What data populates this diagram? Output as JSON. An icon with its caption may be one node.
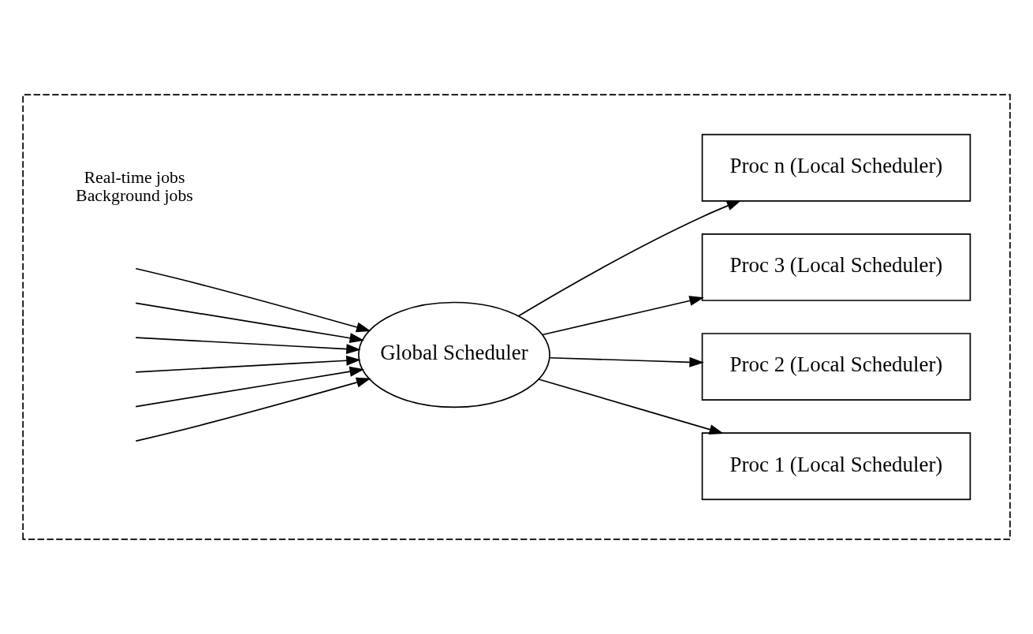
{
  "diagram": {
    "nodes": [
      {
        "text": [],
        "shape": "box"
      },
      {
        "text": [
          "Global Scheduler"
        ],
        "in": 0
      },
      {
        "text": [
          "Proc 1 (Local Scheduler)"
        ],
        "in": 0
      },
      {
        "text": [
          "Proc 2 (Local Scheduler)"
        ],
        "in": 0
      },
      {
        "text": [
          "Proc 3 (Local Scheduler)"
        ],
        "in": 0
      },
      {
        "text": [
          "Proc n (Local Scheduler)"
        ],
        "in": 0
      }
    ],
    "edges": [
      {
        "from": null,
        "to": 1,
        "arrow": "to"
      },
      {
        "from": null,
        "to": 1,
        "arrow": "to"
      },
      {
        "from": null,
        "to": 1,
        "arrow": "to"
      },
      {
        "from": null,
        "to": 1,
        "arrow": "to"
      },
      {
        "from": null,
        "to": 1,
        "arrow": "to"
      },
      {
        "from": null,
        "to": 1,
        "arrow": "to"
      },
      {
        "from": 1,
        "to": 2,
        "arrow": "to"
      },
      {
        "from": 1,
        "to": 3,
        "arrow": "to"
      },
      {
        "from": 1,
        "to": 4,
        "arrow": "to"
      },
      {
        "from": 1,
        "to": 5,
        "arrow": "to"
      }
    ],
    "labels": [
      "Real-time jobs",
      "Background jobs"
    ]
  }
}
